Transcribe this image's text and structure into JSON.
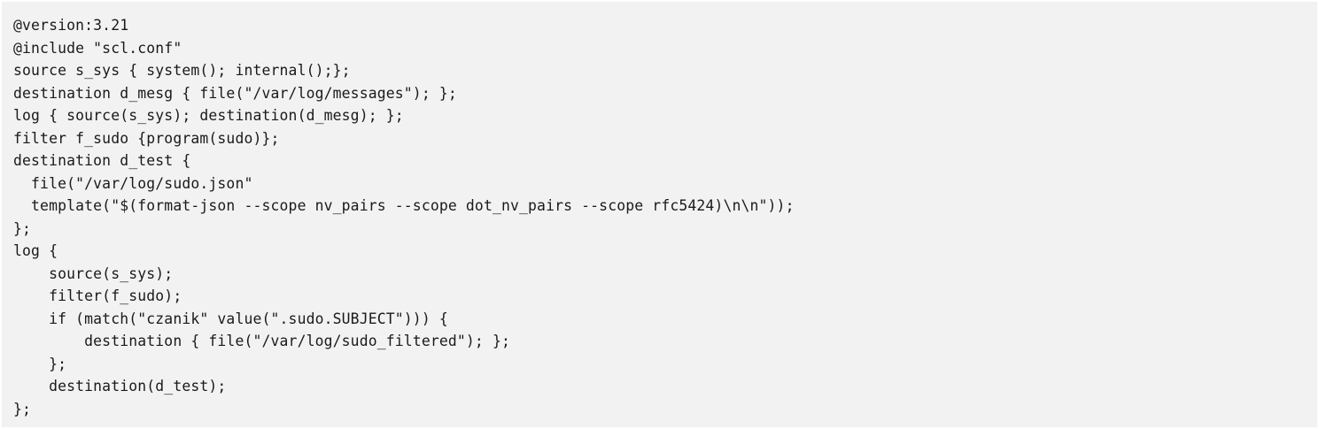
{
  "code": {
    "lines": [
      "@version:3.21",
      "@include \"scl.conf\"",
      "source s_sys { system(); internal();};",
      "destination d_mesg { file(\"/var/log/messages\"); };",
      "log { source(s_sys); destination(d_mesg); };",
      "filter f_sudo {program(sudo)};",
      "destination d_test {",
      "  file(\"/var/log/sudo.json\"",
      "  template(\"$(format-json --scope nv_pairs --scope dot_nv_pairs --scope rfc5424)\\n\\n\"));",
      "};",
      "log {",
      "    source(s_sys);",
      "    filter(f_sudo);",
      "    if (match(\"czanik\" value(\".sudo.SUBJECT\"))) {",
      "        destination { file(\"/var/log/sudo_filtered\"); };",
      "    };",
      "    destination(d_test);",
      "};"
    ]
  }
}
